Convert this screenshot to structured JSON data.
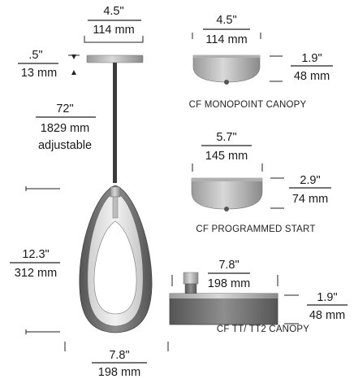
{
  "pendant": {
    "canopy_width": {
      "in": "4.5\"",
      "mm": "114 mm"
    },
    "canopy_height": {
      "in": ".5\"",
      "mm": "13 mm"
    },
    "cord_length": {
      "in": "72\"",
      "mm": "1829 mm",
      "note": "adjustable"
    },
    "shade_height": {
      "in": "12.3\"",
      "mm": "312 mm"
    },
    "shade_width": {
      "in": "7.8\"",
      "mm": "198 mm"
    }
  },
  "canopies": [
    {
      "label": "CF MONOPOINT CANOPY",
      "width": {
        "in": "4.5\"",
        "mm": "114 mm"
      },
      "height": {
        "in": "1.9\"",
        "mm": "48 mm"
      }
    },
    {
      "label": "CF PROGRAMMED START",
      "width": {
        "in": "5.7\"",
        "mm": "145 mm"
      },
      "height": {
        "in": "2.9\"",
        "mm": "74 mm"
      }
    },
    {
      "label": "CF TT/ TT2 CANOPY",
      "width": {
        "in": "7.8\"",
        "mm": "198 mm"
      },
      "height": {
        "in": "1.9\"",
        "mm": "48 mm"
      }
    }
  ]
}
